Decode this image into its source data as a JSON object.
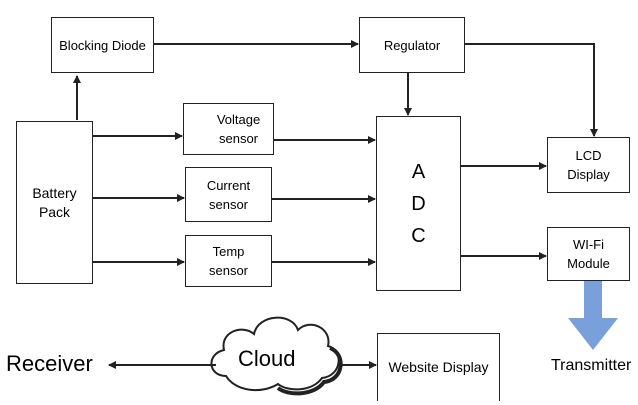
{
  "diagram": {
    "nodes": {
      "blocking_diode": "Blocking Diode",
      "regulator": "Regulator",
      "battery_pack": [
        "Battery",
        "Pack"
      ],
      "voltage_sensor": [
        "Voltage",
        "sensor"
      ],
      "current_sensor": [
        "Current",
        "sensor"
      ],
      "temp_sensor": [
        "Temp",
        "sensor"
      ],
      "adc": [
        "A",
        "D",
        "C"
      ],
      "lcd_display": [
        "LCD",
        "Display"
      ],
      "wifi_module": [
        "WI-Fi",
        "Module"
      ],
      "website_display": "Website Display",
      "cloud": "Cloud"
    },
    "labels": {
      "receiver": "Receiver",
      "transmitter": "Transmitter"
    },
    "colors": {
      "line": "#222222",
      "transmit_arrow": "#7aa0dc"
    }
  }
}
